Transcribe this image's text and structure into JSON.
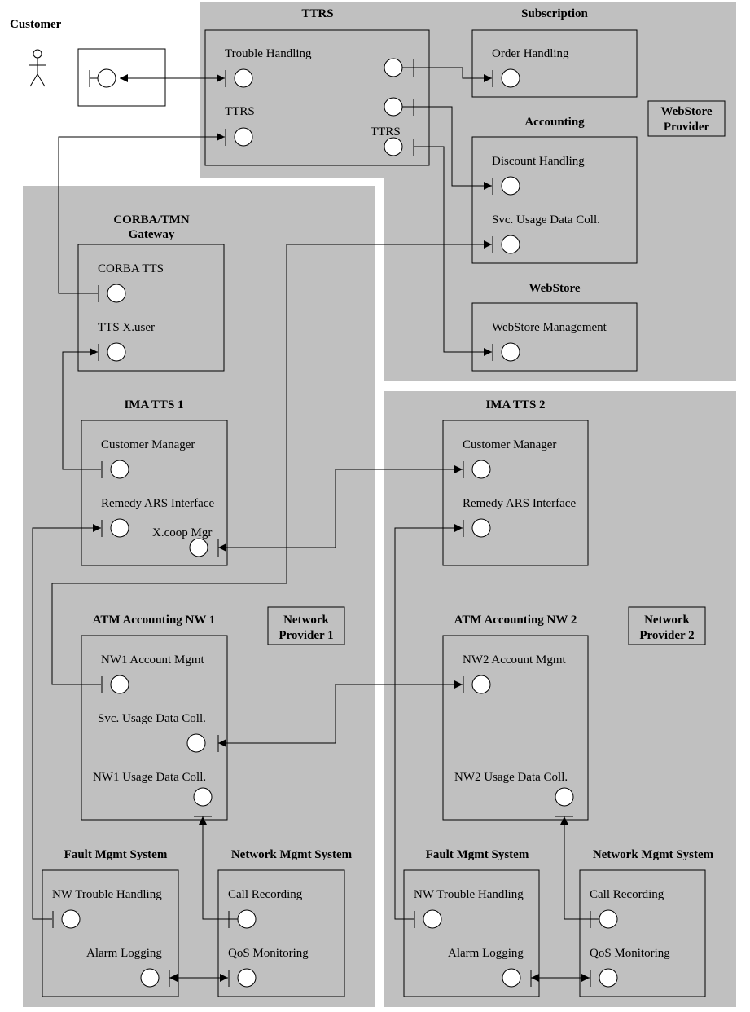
{
  "actor": {
    "label": "Customer"
  },
  "regions": {
    "webstore_provider": "WebStore\nProvider",
    "network_provider_1": "Network\nProvider 1",
    "network_provider_2": "Network\nProvider 2"
  },
  "components": {
    "ttrs": {
      "title": "TTRS",
      "ports": [
        "Trouble Handling",
        "TTRS",
        "TTRS"
      ]
    },
    "subscription": {
      "title": "Subscription",
      "ports": [
        "Order Handling"
      ]
    },
    "accounting": {
      "title": "Accounting",
      "ports": [
        "Discount Handling",
        "Svc. Usage Data Coll."
      ]
    },
    "webstore": {
      "title": "WebStore",
      "ports": [
        "WebStore Management"
      ]
    },
    "gateway": {
      "title": "CORBA/TMN\nGateway",
      "ports": [
        "CORBA TTS",
        "TTS X.user"
      ]
    },
    "ima1": {
      "title": "IMA TTS 1",
      "ports": [
        "Customer Manager",
        "Remedy ARS Interface",
        "X.coop Mgr"
      ]
    },
    "ima2": {
      "title": "IMA TTS 2",
      "ports": [
        "Customer Manager",
        "Remedy ARS Interface"
      ]
    },
    "atm1": {
      "title": "ATM Accounting NW 1",
      "ports": [
        "NW1 Account Mgmt",
        "Svc. Usage Data Coll.",
        "NW1 Usage Data Coll."
      ]
    },
    "atm2": {
      "title": "ATM Accounting NW 2",
      "ports": [
        "NW2 Account Mgmt",
        "NW2 Usage Data Coll."
      ]
    },
    "fault1": {
      "title": "Fault Mgmt System",
      "ports": [
        "NW Trouble Handling",
        "Alarm Logging"
      ]
    },
    "netmgmt1": {
      "title": "Network Mgmt System",
      "ports": [
        "Call Recording",
        "QoS Monitoring"
      ]
    },
    "fault2": {
      "title": "Fault Mgmt System",
      "ports": [
        "NW Trouble Handling",
        "Alarm Logging"
      ]
    },
    "netmgmt2": {
      "title": "Network Mgmt System",
      "ports": [
        "Call Recording",
        "QoS Monitoring"
      ]
    }
  }
}
